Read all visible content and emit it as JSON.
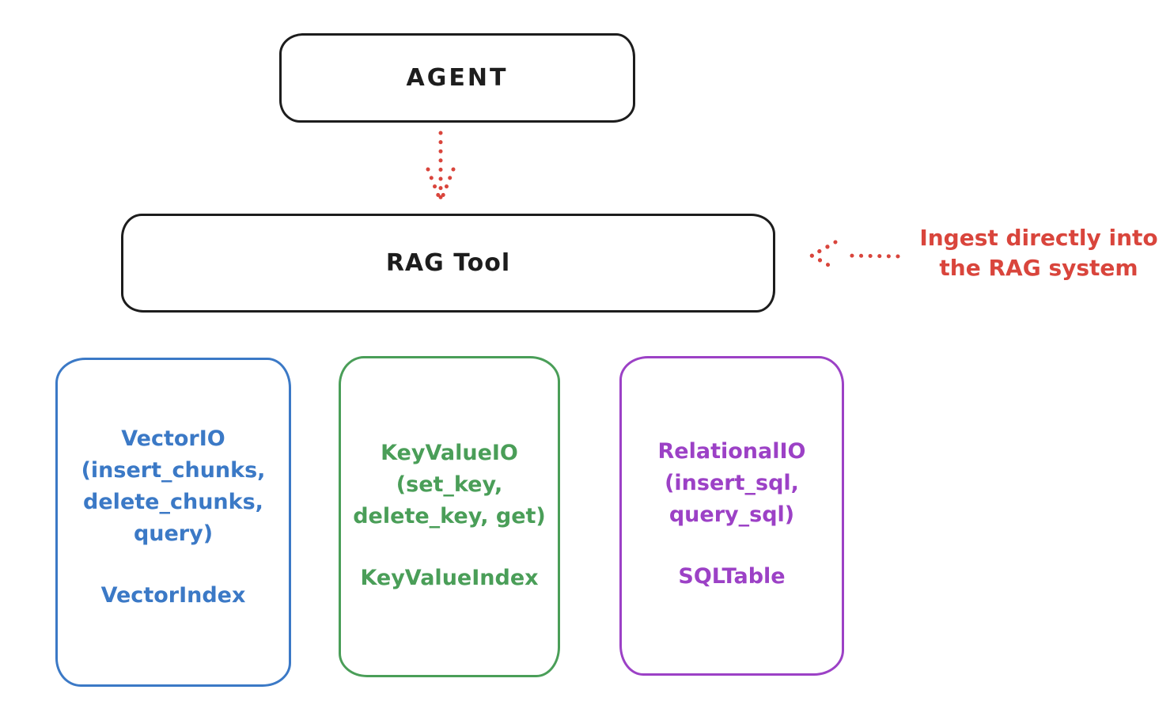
{
  "canvas": {
    "background": "#ffffff",
    "stroke_black": "#1d1d1d"
  },
  "nodes": {
    "agent": {
      "label": "AGENT",
      "border_color": "#1d1d1d"
    },
    "rag_tool": {
      "label": "RAG Tool",
      "border_color": "#1d1d1d"
    }
  },
  "arrows": {
    "agent_to_rag": {
      "style": "dotted",
      "color": "#d9453c",
      "direction": "down"
    },
    "annotation_to_rag": {
      "style": "dotted",
      "color": "#d9453c",
      "direction": "left"
    }
  },
  "annotation": {
    "line1": "Ingest directly into",
    "line2": "the RAG system",
    "color": "#d9453c"
  },
  "cards": [
    {
      "name_lines": [
        "VectorIO",
        "(insert_chunks,",
        "delete_chunks,",
        "query)"
      ],
      "index_label": "VectorIndex",
      "color": "#3b79c6"
    },
    {
      "name_lines": [
        "KeyValueIO",
        "(set_key,",
        "delete_key, get)"
      ],
      "index_label": "KeyValueIndex",
      "color": "#4a9e58"
    },
    {
      "name_lines": [
        "RelationalIO",
        "(insert_sql,",
        "query_sql)"
      ],
      "index_label": "SQLTable",
      "color": "#9c41c6"
    }
  ]
}
